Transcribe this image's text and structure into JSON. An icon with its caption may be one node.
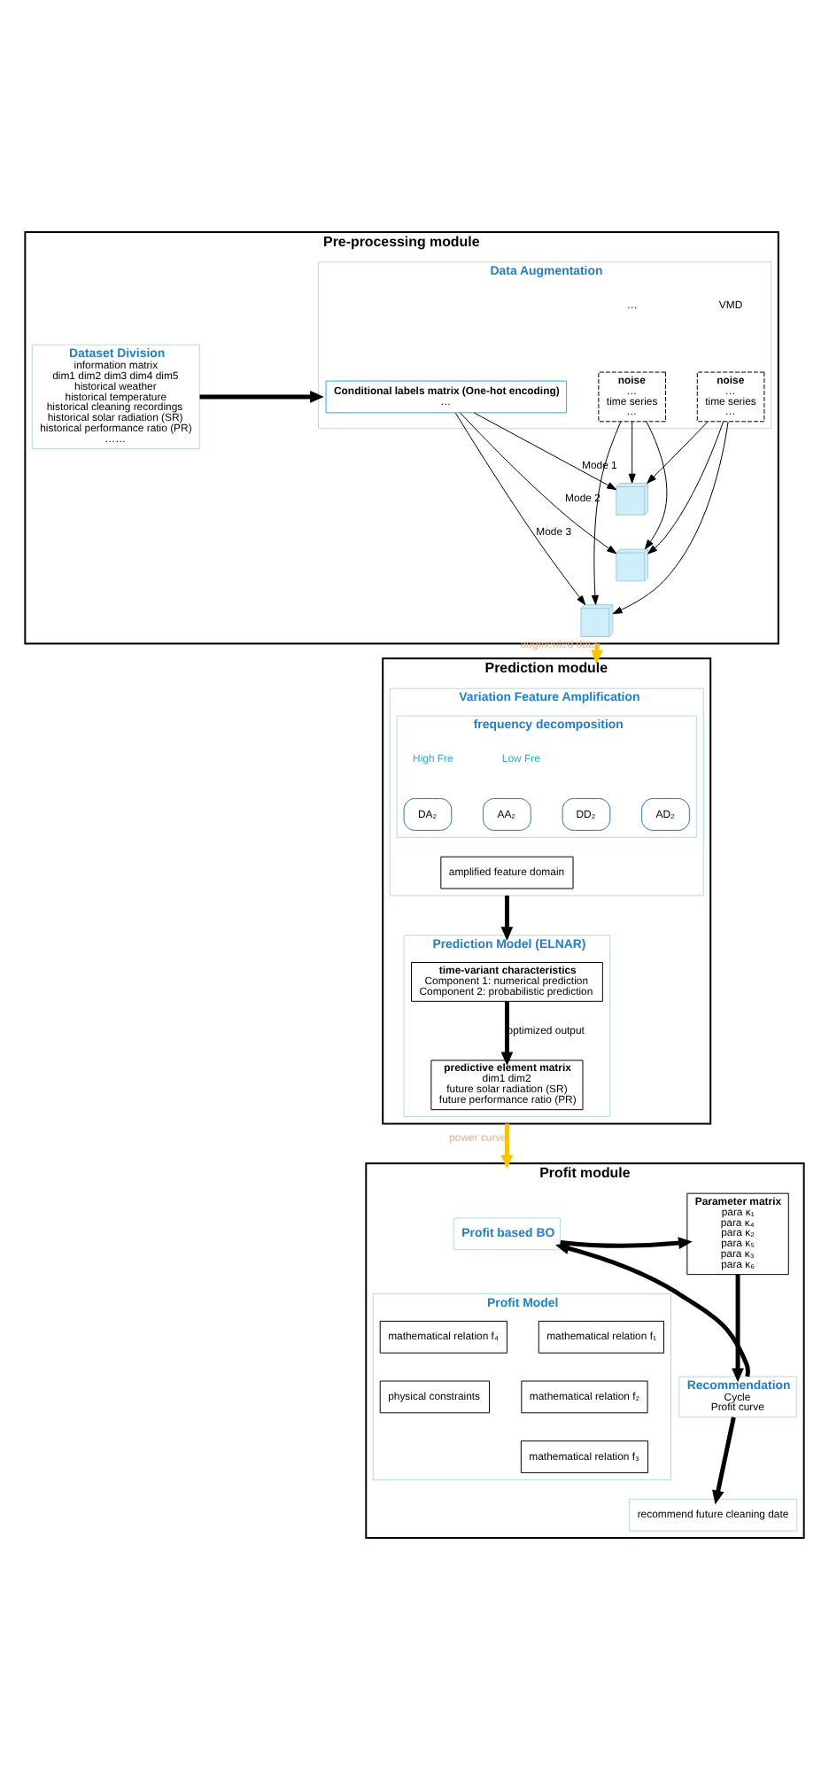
{
  "diagram": {
    "nodes": [
      {
        "text": [
          "Pre-processing module"
        ]
      },
      {
        "text": [
          "Dataset Division",
          "information matrix",
          "dim1 dim2 dim3 dim4 dim5",
          "historical weather",
          "historical temperature",
          "historical cleaning recordings",
          "historical solar radiation (SR)",
          "historical performance ratio (PR)",
          "……"
        ],
        "in": 0
      },
      {
        "text": [
          "Data Augmentation"
        ],
        "in": 0
      },
      {
        "text": [
          "Conditional labels matrix (One-hot encoding)",
          "…"
        ],
        "in": 2
      },
      {
        "text": [
          "noise",
          "…",
          "time series",
          "…"
        ],
        "in": 2
      },
      {
        "text": [
          "noise",
          "…",
          "time series",
          "…"
        ],
        "in": 2
      },
      {
        "text": [],
        "shape": "box",
        "in": 0
      },
      {
        "text": [],
        "shape": "box",
        "in": 0
      },
      {
        "text": [],
        "shape": "box",
        "in": 0
      },
      {
        "text": [
          "Prediction module"
        ]
      },
      {
        "text": [
          "Prediction Model (ELNAR)"
        ],
        "in": 9
      },
      {
        "text": [
          "time-variant characteristics",
          "Component 1: numerical prediction",
          "Component 2: probabilistic prediction"
        ],
        "in": 10
      },
      {
        "text": [
          "predictive element matrix",
          "dim1 dim2",
          "future solar radiation (SR)",
          "future performance ratio (PR)"
        ],
        "in": 10
      },
      {
        "text": [
          "Variation Feature Amplification"
        ],
        "in": 9
      },
      {
        "text": [
          "frequency decomposition"
        ],
        "in": 13
      },
      {
        "text": [
          "AA₂"
        ],
        "in": 14
      },
      {
        "text": [
          "DA₂"
        ],
        "in": 14
      },
      {
        "text": [
          "AD₂"
        ],
        "in": 14
      },
      {
        "text": [
          "DD₂"
        ],
        "in": 14
      },
      {
        "text": [
          "amplified feature domain"
        ],
        "in": 13
      },
      {
        "text": [
          "Profit module"
        ]
      },
      {
        "text": [
          "Profit based BO"
        ],
        "in": 20
      },
      {
        "text": [
          "Parameter matrix",
          "para κ₁",
          "para κ₄",
          "para κ₂",
          "para κ₅",
          "para κ₃",
          "para κ₆"
        ],
        "in": 20
      },
      {
        "text": [
          "Recommendation",
          "Cycle",
          "Profit curve"
        ],
        "in": 20
      },
      {
        "text": [
          "recommend future cleaning date"
        ],
        "in": 20
      },
      {
        "text": [
          "Profit Model"
        ],
        "in": 20
      },
      {
        "text": [
          "mathematical relation f₁"
        ],
        "in": 25
      },
      {
        "text": [
          "mathematical relation f₂"
        ],
        "in": 25
      },
      {
        "text": [
          "mathematical relation f₃"
        ],
        "in": 25
      },
      {
        "text": [
          "mathematical relation f₄"
        ],
        "in": 25
      },
      {
        "text": [
          "physical constraints"
        ],
        "in": 25
      }
    ],
    "edges": [
      {
        "from": 1,
        "to": 2,
        "arrow": "to",
        "style": "thick"
      },
      {
        "from": 3,
        "to": 6,
        "arrow": "to",
        "label": "Mode 1"
      },
      {
        "from": 3,
        "to": 7,
        "arrow": "to",
        "label": "Mode 2"
      },
      {
        "from": 3,
        "to": 8,
        "arrow": "to",
        "label": "Mode 3"
      },
      {
        "from": 4,
        "to": 6,
        "arrow": "to"
      },
      {
        "from": 4,
        "to": 7,
        "arrow": "to"
      },
      {
        "from": 4,
        "to": 8,
        "arrow": "to"
      },
      {
        "from": 5,
        "to": 6,
        "arrow": "to"
      },
      {
        "from": 5,
        "to": 7,
        "arrow": "to"
      },
      {
        "from": 5,
        "to": 8,
        "arrow": "to"
      },
      {
        "from": 0,
        "to": 9,
        "arrow": "to",
        "style": "thick",
        "color": "#f5c400",
        "label": "augmented data"
      },
      {
        "from": 11,
        "to": 12,
        "arrow": "to",
        "style": "thick",
        "label": "optimized output"
      },
      {
        "from": 13,
        "to": 10,
        "arrow": "to",
        "style": "thick"
      },
      {
        "from": 9,
        "to": 20,
        "arrow": "to",
        "style": "thick",
        "color": "#f5c400",
        "label": "power curve"
      },
      {
        "from": 21,
        "to": 22,
        "arrow": "to",
        "style": "thick"
      },
      {
        "from": 22,
        "to": 23,
        "arrow": "to",
        "style": "thick"
      },
      {
        "from": 23,
        "to": 21,
        "arrow": "to",
        "style": "thick"
      },
      {
        "from": 23,
        "to": 24,
        "arrow": "to",
        "style": "thick"
      }
    ],
    "labels": [
      "VMD",
      "…",
      "Low Fre",
      "High Fre"
    ]
  }
}
